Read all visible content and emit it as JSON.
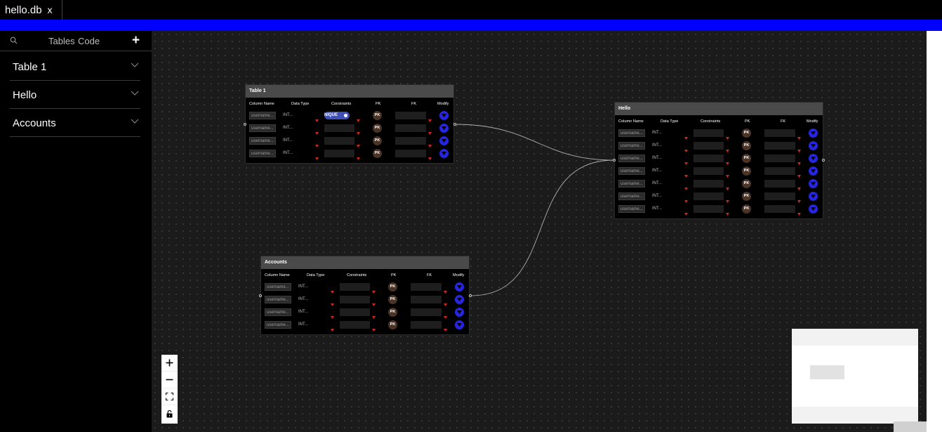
{
  "tab": {
    "filename": "hello.db",
    "close": "x"
  },
  "sidebar": {
    "tabs": [
      "Tables",
      "Code"
    ],
    "add": "+",
    "items": [
      {
        "label": "Table 1"
      },
      {
        "label": "Hello"
      },
      {
        "label": "Accounts"
      }
    ]
  },
  "table_headers": {
    "column_name": "Column Name",
    "data_type": "Data Type",
    "constraints": "Constraints",
    "pk": "PK",
    "fk": "FK",
    "modify": "Modify"
  },
  "tables": [
    {
      "name": "Table 1",
      "rows": [
        {
          "column_placeholder": "username...",
          "data_type": "INT...",
          "constraint": "NIQUE",
          "pk": "PK"
        },
        {
          "column_placeholder": "username...",
          "data_type": "INT...",
          "constraint": "",
          "pk": "PK"
        },
        {
          "column_placeholder": "username...",
          "data_type": "INT...",
          "constraint": "",
          "pk": "PK"
        },
        {
          "column_placeholder": "username...",
          "data_type": "INT...",
          "constraint": "",
          "pk": "PK"
        }
      ]
    },
    {
      "name": "Hello",
      "rows": [
        {
          "column_placeholder": "username...",
          "data_type": "INT...",
          "constraint": "",
          "pk": "PK"
        },
        {
          "column_placeholder": "username...",
          "data_type": "INT...",
          "constraint": "",
          "pk": "PK"
        },
        {
          "column_placeholder": "username...",
          "data_type": "INT...",
          "constraint": "",
          "pk": "PK"
        },
        {
          "column_placeholder": "username...",
          "data_type": "INT...",
          "constraint": "",
          "pk": "PK"
        },
        {
          "column_placeholder": "username...",
          "data_type": "INT...",
          "constraint": "",
          "pk": "PK"
        },
        {
          "column_placeholder": "username...",
          "data_type": "INT...",
          "constraint": "",
          "pk": "PK"
        },
        {
          "column_placeholder": "username...",
          "data_type": "INT...",
          "constraint": "",
          "pk": "PK"
        }
      ]
    },
    {
      "name": "Accounts",
      "rows": [
        {
          "column_placeholder": "username...",
          "data_type": "INT...",
          "constraint": "",
          "pk": "PK"
        },
        {
          "column_placeholder": "username...",
          "data_type": "INT...",
          "constraint": "",
          "pk": "PK"
        },
        {
          "column_placeholder": "username...",
          "data_type": "INT...",
          "constraint": "",
          "pk": "PK"
        },
        {
          "column_placeholder": "username...",
          "data_type": "INT...",
          "constraint": "",
          "pk": "PK"
        }
      ]
    }
  ],
  "controls": {
    "zoom_in": "+",
    "zoom_out": "−"
  },
  "colors": {
    "accent_blue": "#0000ff",
    "modify_button": "#2626e0",
    "dropdown_arrow": "#cc2a1a",
    "pk_badge": "#4b3326",
    "unique_chip": "#3e4fb8"
  }
}
